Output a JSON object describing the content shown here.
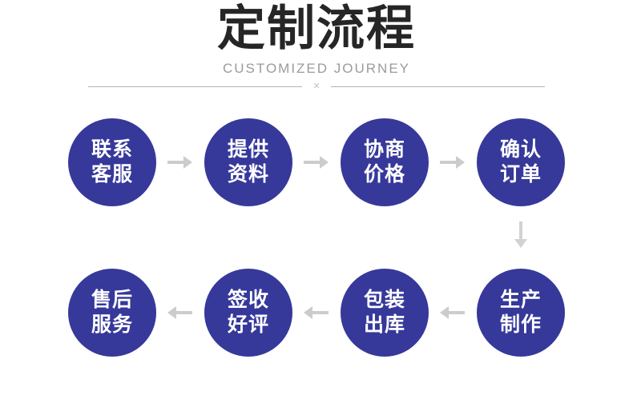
{
  "header": {
    "title": "定制流程",
    "subtitle": "CUSTOMIZED JOURNEY",
    "divider_symbol": "×"
  },
  "colors": {
    "circle_fill": "#36399a",
    "circle_text": "#ffffff",
    "title_text": "#262626",
    "subtitle_text": "#9b9b9b",
    "divider_line": "#b3b3b3",
    "arrow": "#cccccc",
    "background": "#ffffff"
  },
  "flow": {
    "row1_steps": [
      {
        "line1": "联系",
        "line2": "客服"
      },
      {
        "line1": "提供",
        "line2": "资料"
      },
      {
        "line1": "协商",
        "line2": "价格"
      },
      {
        "line1": "确认",
        "line2": "订单"
      }
    ],
    "row2_steps": [
      {
        "line1": "售后",
        "line2": "服务"
      },
      {
        "line1": "签收",
        "line2": "好评"
      },
      {
        "line1": "包装",
        "line2": "出库"
      },
      {
        "line1": "生产",
        "line2": "制作"
      }
    ],
    "row1_connectors": [
      "arrow-right",
      "arrow-right",
      "arrow-right"
    ],
    "row_transition_connector": "arrow-down",
    "row2_connectors": [
      "arrow-left",
      "arrow-left",
      "arrow-left"
    ]
  }
}
